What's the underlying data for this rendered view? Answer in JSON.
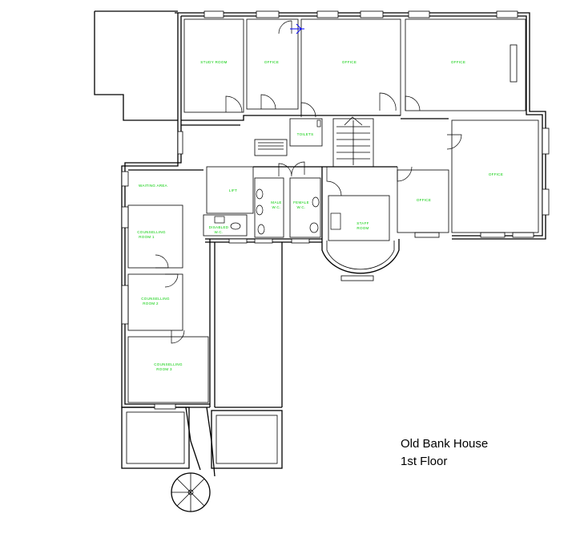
{
  "title": {
    "line1": "Old Bank House",
    "line2": "1st Floor"
  },
  "colors": {
    "labels": "#00cc00",
    "walls": "#000000",
    "door_frame": "#0000ff"
  },
  "rooms": {
    "study_room": "STUDY ROOM",
    "office_1": "OFFICE",
    "office_2": "OFFICE",
    "office_3": "OFFICE",
    "toilets": "TOILETS",
    "office_4": "OFFICE",
    "office_5": "OFFICE",
    "waiting_area": "WAITING AREA",
    "lift": "LIFT",
    "male_wc_1": "MALE",
    "male_wc_2": "W.C.",
    "female_wc_1": "FEMALE",
    "female_wc_2": "W.C.",
    "disabled_wc_1": "DISABLED",
    "disabled_wc_2": "W.C.",
    "staff_room_1": "STAFF",
    "staff_room_2": "ROOM",
    "counselling_1_a": "COUNSELLING",
    "counselling_1_b": "ROOM 1",
    "counselling_2_a": "COUNSELLING",
    "counselling_2_b": "ROOM 2",
    "counselling_3_a": "COUNSELLING",
    "counselling_3_b": "ROOM 3"
  }
}
